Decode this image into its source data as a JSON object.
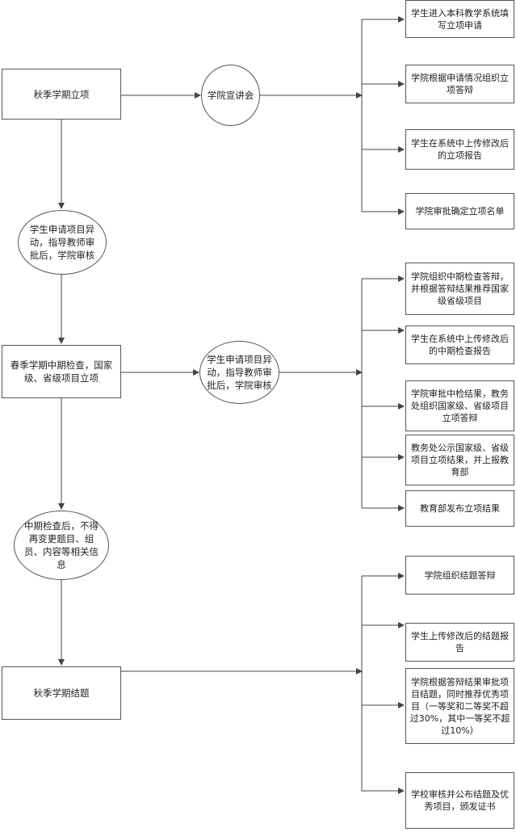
{
  "stages": {
    "autumn_start": "秋季学期立项",
    "spring_mid": "春季学期中期检查，国家级、省级项目立项",
    "autumn_end": "秋季学期结题"
  },
  "ellipses": {
    "briefing": "学院宣讲会",
    "change_1": "学生申请项目异动，指导教师审批后，学院审核",
    "change_2": "学生申请项目异动，指导教师审批后，学院审核",
    "no_change": "中期检查后，不得再变更题目、组员、内容等相关信息"
  },
  "group1": [
    "学生进入本科教学系统填写立项申请",
    "学院根据申请情况组织立项答辩",
    "学生在系统中上传修改后的立项报告",
    "学院审批确定立项名单"
  ],
  "group2": [
    "学院组织中期检查答辩，并根据答辩结果推荐国家级省级项目",
    "学生在系统中上传修改后的中期检查报告",
    "学院审批中检结果，教务处组织国家级、省级项目立项答辩",
    "教务处公示国家级、省级项目立项结果，并上报教育部",
    "教育部发布立项结果"
  ],
  "group3": [
    "学院组织结题答辩",
    "学生上传修改后的结题报告",
    "学院根据答辩结果审批项目结题，同时推荐优秀项目（一等奖和二等奖不超过30%，其中一等奖不超过10%）",
    "学校审核并公布结题及优秀项目，颁发证书"
  ]
}
